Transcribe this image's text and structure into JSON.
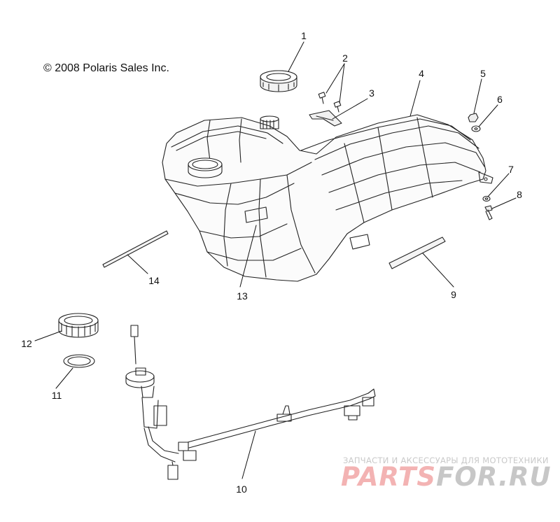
{
  "copyright": "© 2008 Polaris Sales Inc.",
  "watermark": {
    "tagline": "ЗАПЧАСТИ И АКСЕССУАРЫ ДЛЯ МОТОТЕХНИКИ",
    "brand_part1": "PARTS",
    "brand_part2": "FOR.RU",
    "colors": {
      "brand_part1": "#f3b3b3",
      "brand_part2": "#c7c7c7"
    }
  },
  "callouts": [
    "1",
    "2",
    "3",
    "4",
    "5",
    "6",
    "7",
    "8",
    "9",
    "10",
    "11",
    "12",
    "13",
    "14"
  ]
}
